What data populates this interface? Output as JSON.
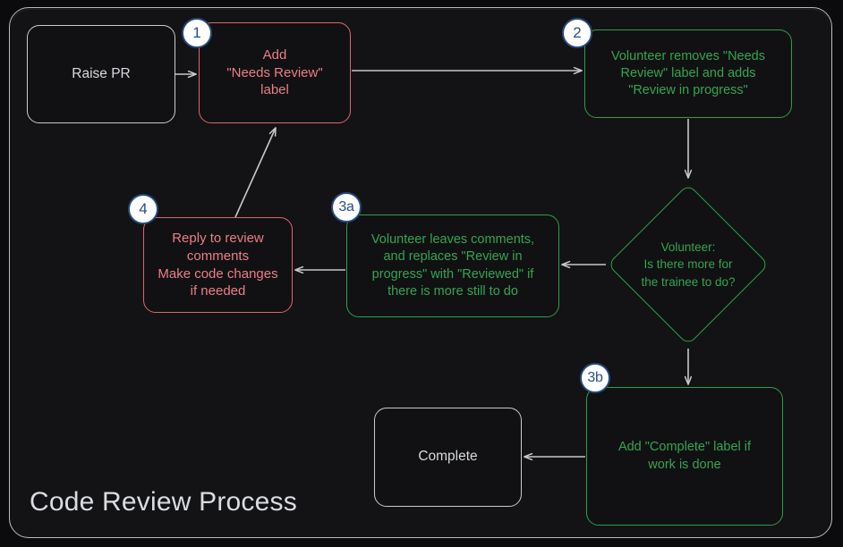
{
  "diagram": {
    "title": "Code Review Process",
    "type": "flowchart",
    "colors": {
      "background": "#0b0b0d",
      "panel": "#131315",
      "frame_border": "#b9bcc0",
      "neutral": "#c9ccd1",
      "red": "#e0656f",
      "red_text": "#ec7e88",
      "green": "#2f9e4a",
      "green_text": "#35a452",
      "badge_fill": "#ffffff",
      "badge_border": "#254a80",
      "arrow": "#b9bcc0"
    },
    "nodes": [
      {
        "id": "raise-pr",
        "label": "Raise PR",
        "style": "neutral",
        "shape": "rounded-rect"
      },
      {
        "id": "add-label",
        "label": "Add\n\"Needs Review\"\nlabel",
        "style": "red",
        "shape": "rounded-rect",
        "badge": "1"
      },
      {
        "id": "volunteer-2",
        "label": "Volunteer removes \"Needs\nReview\" label and adds\n\"Review in progress\"",
        "style": "green",
        "shape": "rounded-rect",
        "badge": "2"
      },
      {
        "id": "decision",
        "label": "Volunteer:\nIs there more for\nthe trainee to do?",
        "style": "green",
        "shape": "diamond"
      },
      {
        "id": "volunteer-3a",
        "label": "Volunteer leaves comments,\nand replaces \"Review in\nprogress\" with \"Reviewed\" if\nthere is more still to do",
        "style": "green",
        "shape": "rounded-rect",
        "badge": "3a"
      },
      {
        "id": "reply-4",
        "label": "Reply to review\ncomments\nMake code changes\nif needed",
        "style": "red",
        "shape": "rounded-rect",
        "badge": "4"
      },
      {
        "id": "add-complete",
        "label": "Add \"Complete\" label if\nwork is done",
        "style": "green",
        "shape": "rounded-rect",
        "badge": "3b"
      },
      {
        "id": "complete",
        "label": "Complete",
        "style": "neutral",
        "shape": "rounded-rect"
      }
    ],
    "badges": {
      "b1": "1",
      "b2": "2",
      "b3a": "3a",
      "b3b": "3b",
      "b4": "4"
    },
    "edges": [
      {
        "from": "raise-pr",
        "to": "add-label",
        "direction": "right"
      },
      {
        "from": "add-label",
        "to": "volunteer-2",
        "direction": "right"
      },
      {
        "from": "volunteer-2",
        "to": "decision",
        "direction": "down"
      },
      {
        "from": "decision",
        "to": "volunteer-3a",
        "direction": "left"
      },
      {
        "from": "volunteer-3a",
        "to": "reply-4",
        "direction": "left"
      },
      {
        "from": "reply-4",
        "to": "add-label",
        "direction": "up-right"
      },
      {
        "from": "decision",
        "to": "add-complete",
        "direction": "down"
      },
      {
        "from": "add-complete",
        "to": "complete",
        "direction": "left"
      }
    ]
  }
}
